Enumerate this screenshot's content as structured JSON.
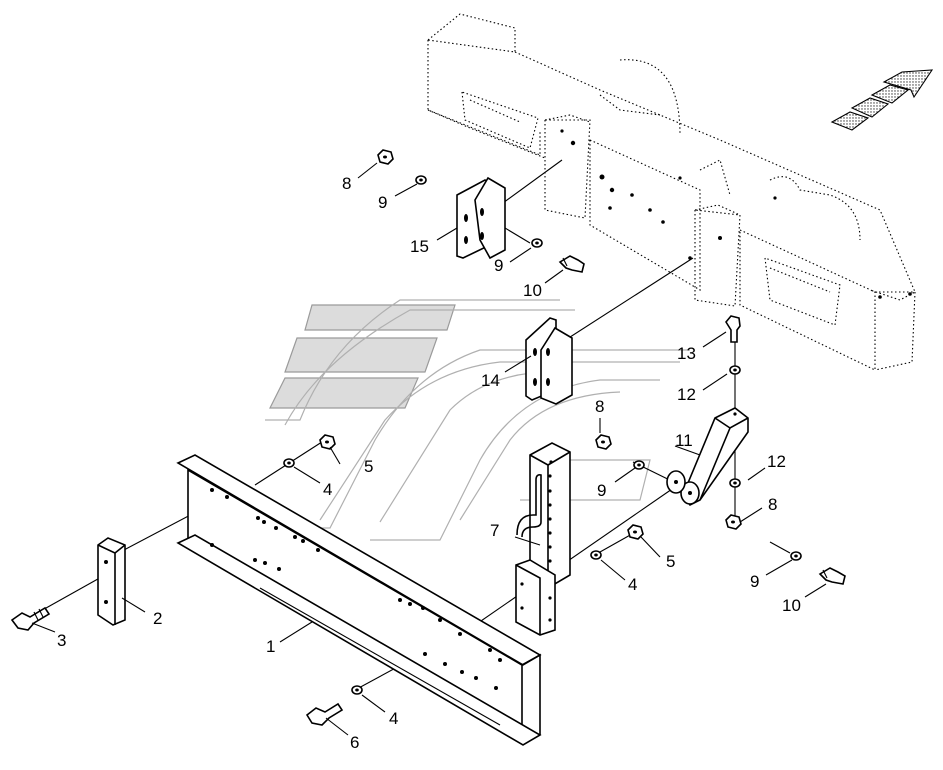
{
  "callouts": [
    {
      "id": "c1",
      "label": "1"
    },
    {
      "id": "c2",
      "label": "2"
    },
    {
      "id": "c3",
      "label": "3"
    },
    {
      "id": "c4a",
      "label": "4"
    },
    {
      "id": "c4b",
      "label": "4"
    },
    {
      "id": "c4c",
      "label": "4"
    },
    {
      "id": "c5a",
      "label": "5"
    },
    {
      "id": "c5b",
      "label": "5"
    },
    {
      "id": "c6",
      "label": "6"
    },
    {
      "id": "c7",
      "label": "7"
    },
    {
      "id": "c8a",
      "label": "8"
    },
    {
      "id": "c8b",
      "label": "8"
    },
    {
      "id": "c8c",
      "label": "8"
    },
    {
      "id": "c9a",
      "label": "9"
    },
    {
      "id": "c9b",
      "label": "9"
    },
    {
      "id": "c9c",
      "label": "9"
    },
    {
      "id": "c9d",
      "label": "9"
    },
    {
      "id": "c10a",
      "label": "10"
    },
    {
      "id": "c10b",
      "label": "10"
    },
    {
      "id": "c11",
      "label": "11"
    },
    {
      "id": "c12a",
      "label": "12"
    },
    {
      "id": "c12b",
      "label": "12"
    },
    {
      "id": "c13",
      "label": "13"
    },
    {
      "id": "c14",
      "label": "14"
    },
    {
      "id": "c15",
      "label": "15"
    }
  ],
  "icons": {
    "direction_arrow": "forward-direction-arrow-icon",
    "watermark": "brand-watermark-logo"
  },
  "colors": {
    "line": "#000000",
    "watermark": "#dcdcdc",
    "background": "#ffffff"
  }
}
